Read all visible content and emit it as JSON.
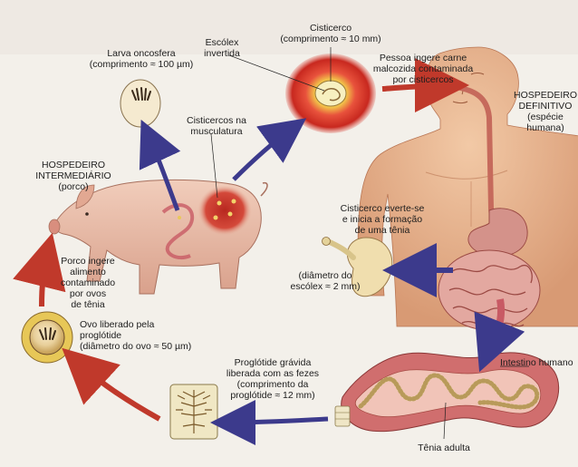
{
  "labels": {
    "larva": [
      "Larva oncosfera",
      "(comprimento ≈ 100 µm)"
    ],
    "escolex": [
      "Escólex",
      "invertida"
    ],
    "cisticerco": [
      "Cisticerco",
      "(comprimento ≈ 10 mm)"
    ],
    "pessoa": [
      "Pessoa ingere carne",
      "malcozida contaminada",
      "por cisticercos"
    ],
    "hosp_def": [
      "HOSPEDEIRO",
      "DEFINITIVO",
      "(espécie",
      "humana)"
    ],
    "cist_musc": [
      "Cisticercos na",
      "musculatura"
    ],
    "hosp_int": [
      "HOSPEDEIRO",
      "INTERMEDIÁRIO",
      "(porco)"
    ],
    "everte": [
      "Cisticerco everte-se",
      "e inicia a formação",
      "de uma tênia"
    ],
    "porco": [
      "Porco ingere",
      "alimento",
      "contaminado",
      "por ovos",
      "de tênia"
    ],
    "diametro_escolex": [
      "(diâmetro do",
      "escólex ≈ 2 mm)"
    ],
    "ovo": [
      "Ovo liberado pela",
      "proglótide",
      "(diâmetro do ovo ≈ 50 µm)"
    ],
    "proglotide": [
      "Proglótide grávida",
      "liberada com as fezes",
      "(comprimento da",
      "proglótide ≈ 12 mm)"
    ],
    "intestino": "Intestino humano",
    "tenia": "Tênia adulta"
  },
  "colors": {
    "background": "#f3f0ea",
    "skin": "#e9b48f",
    "pig": "#e7b9a4",
    "muscle_red": "#c8332a",
    "arrow_red": "#c0392b",
    "arrow_blue": "#3c3a8c",
    "intestine": "#c85a64",
    "egg_yellow": "#e4c85a"
  }
}
